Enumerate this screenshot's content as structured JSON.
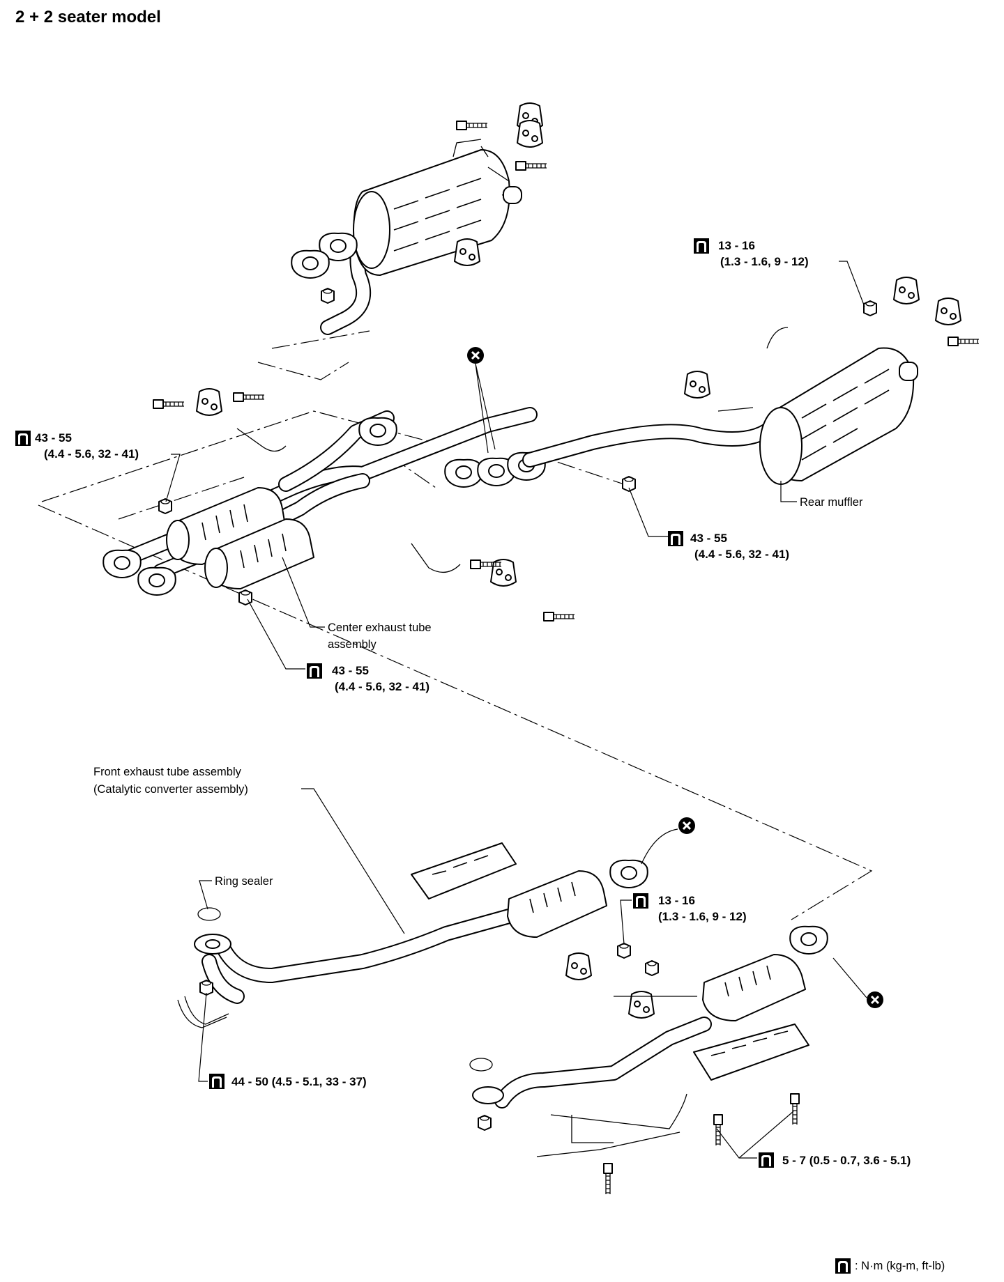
{
  "title": "2 + 2 seater model",
  "labels": {
    "rear_muffler": "Rear muffler",
    "center_tube_line1": "Center exhaust tube",
    "center_tube_line2": "assembly",
    "front_tube_line1": "Front exhaust tube assembly",
    "front_tube_line2": "(Catalytic converter assembly)",
    "ring_sealer": "Ring sealer"
  },
  "torques": {
    "t1": {
      "value": "13 - 16",
      "spec": "(1.3 - 1.6, 9 - 12)"
    },
    "t2": {
      "value": "43 - 55",
      "spec": "(4.4 - 5.6, 32 - 41)"
    },
    "t3": {
      "value": "43 - 55",
      "spec": "(4.4 - 5.6, 32 - 41)"
    },
    "t4": {
      "value": "43 - 55",
      "spec": "(4.4 - 5.6, 32 - 41)"
    },
    "t5": {
      "value": "13 - 16",
      "spec": "(1.3 - 1.6, 9 - 12)"
    },
    "t6": {
      "text": "44 - 50 (4.5 - 5.1, 33 - 37)"
    },
    "t7": {
      "text": "5 - 7 (0.5 - 0.7, 3.6 - 5.1)"
    }
  },
  "legend": {
    "text": ": N·m (kg-m, ft-lb)"
  },
  "icons": [
    "torque-wrench-icon",
    "do-not-reuse-icon"
  ]
}
